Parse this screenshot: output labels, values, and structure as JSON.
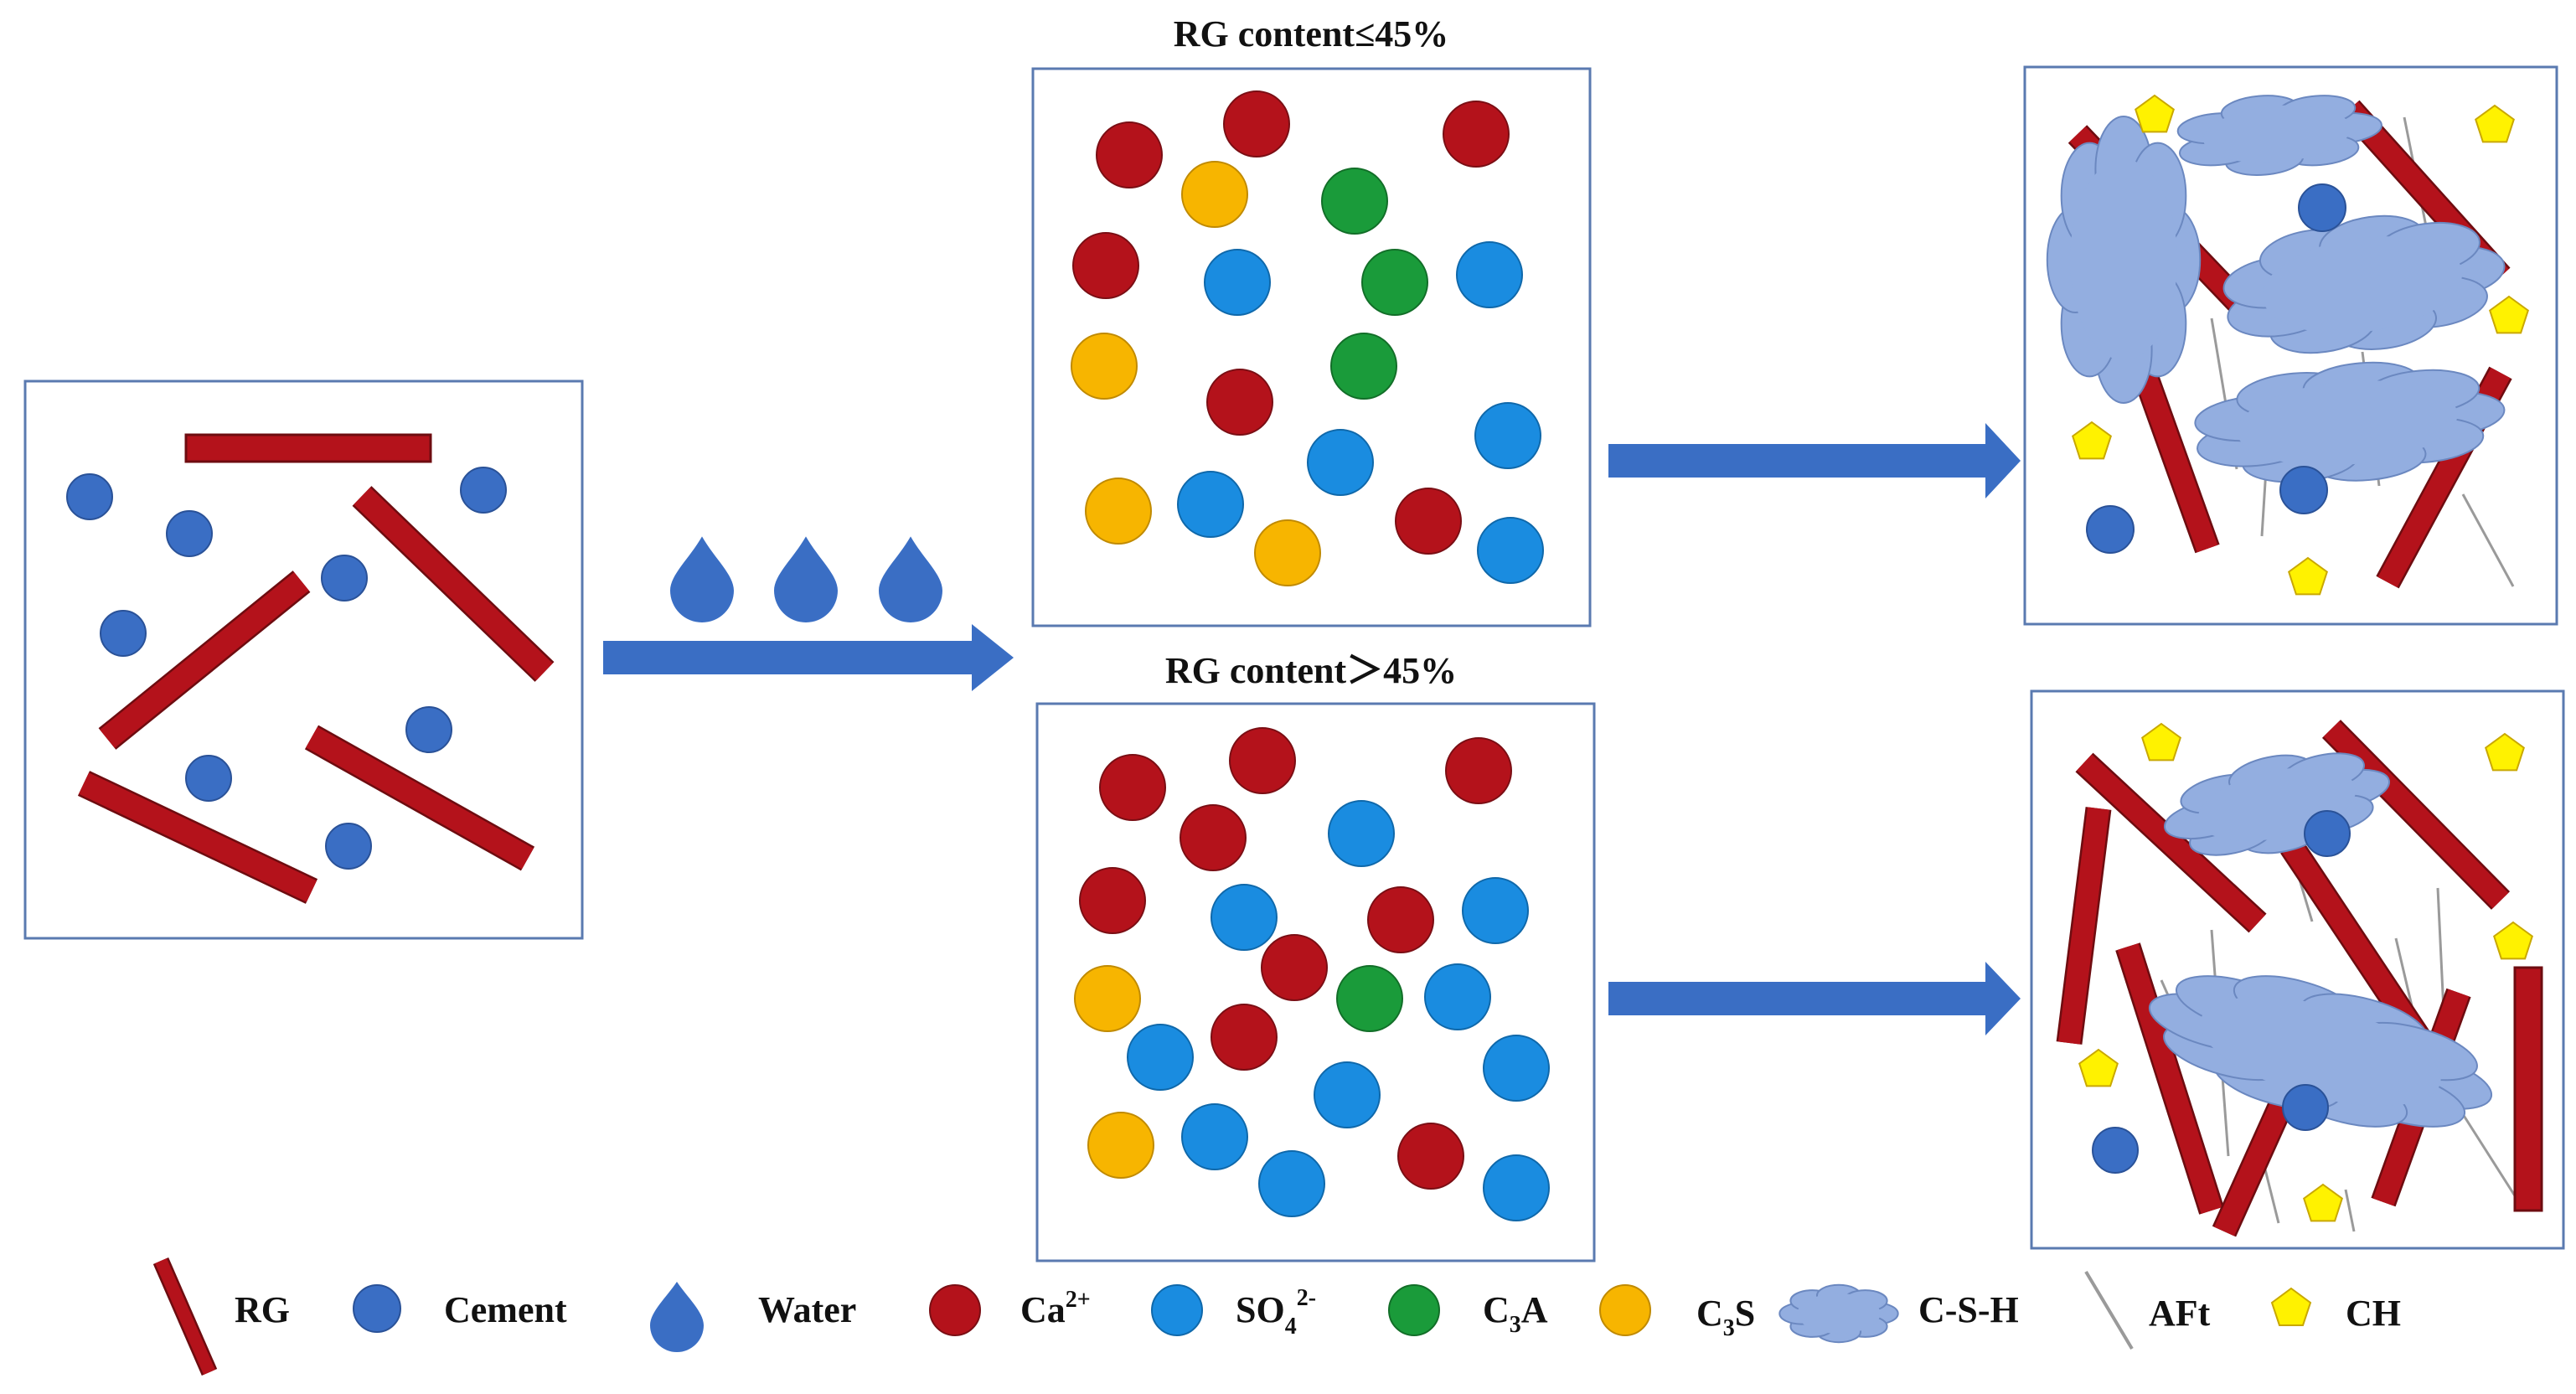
{
  "labels": {
    "top_condition": "RG content≤45%",
    "bottom_condition": "RG content＞45%"
  },
  "legend": [
    {
      "key": "rg",
      "text": "RG"
    },
    {
      "key": "cement",
      "text": "Cement"
    },
    {
      "key": "water",
      "text": "Water"
    },
    {
      "key": "ca",
      "text": "Ca",
      "sup": "2+"
    },
    {
      "key": "so4",
      "text": "SO",
      "sub": "4",
      "sup": "2-"
    },
    {
      "key": "c3a",
      "text": "C",
      "sub": "3",
      "tail": "A"
    },
    {
      "key": "c3s",
      "text": "C",
      "sub": "3",
      "tail": "S"
    },
    {
      "key": "csh",
      "text": "C-S-H"
    },
    {
      "key": "aft",
      "text": "AFt"
    },
    {
      "key": "ch",
      "text": "CH"
    }
  ],
  "colors": {
    "rg": "#b4121b",
    "rg_edge": "#6e0c10",
    "cement": "#3a6ec4",
    "water": "#3a6ec4",
    "ca": "#b4121b",
    "so4": "#1a8ce0",
    "c3a": "#1a9b3a",
    "c3s": "#f7b500",
    "csh": "#93aee0",
    "aft": "#9a9a9a",
    "ch": "#fff200",
    "arrow": "#3a6ec4",
    "frame": "#5a7ab0"
  },
  "icons": [
    "rg-rod-icon",
    "cement-particle-icon",
    "water-drop-icon",
    "calcium-ion-icon",
    "sulfate-ion-icon",
    "c3a-particle-icon",
    "c3s-particle-icon",
    "csh-gel-icon",
    "aft-needle-icon",
    "ch-crystal-icon"
  ]
}
